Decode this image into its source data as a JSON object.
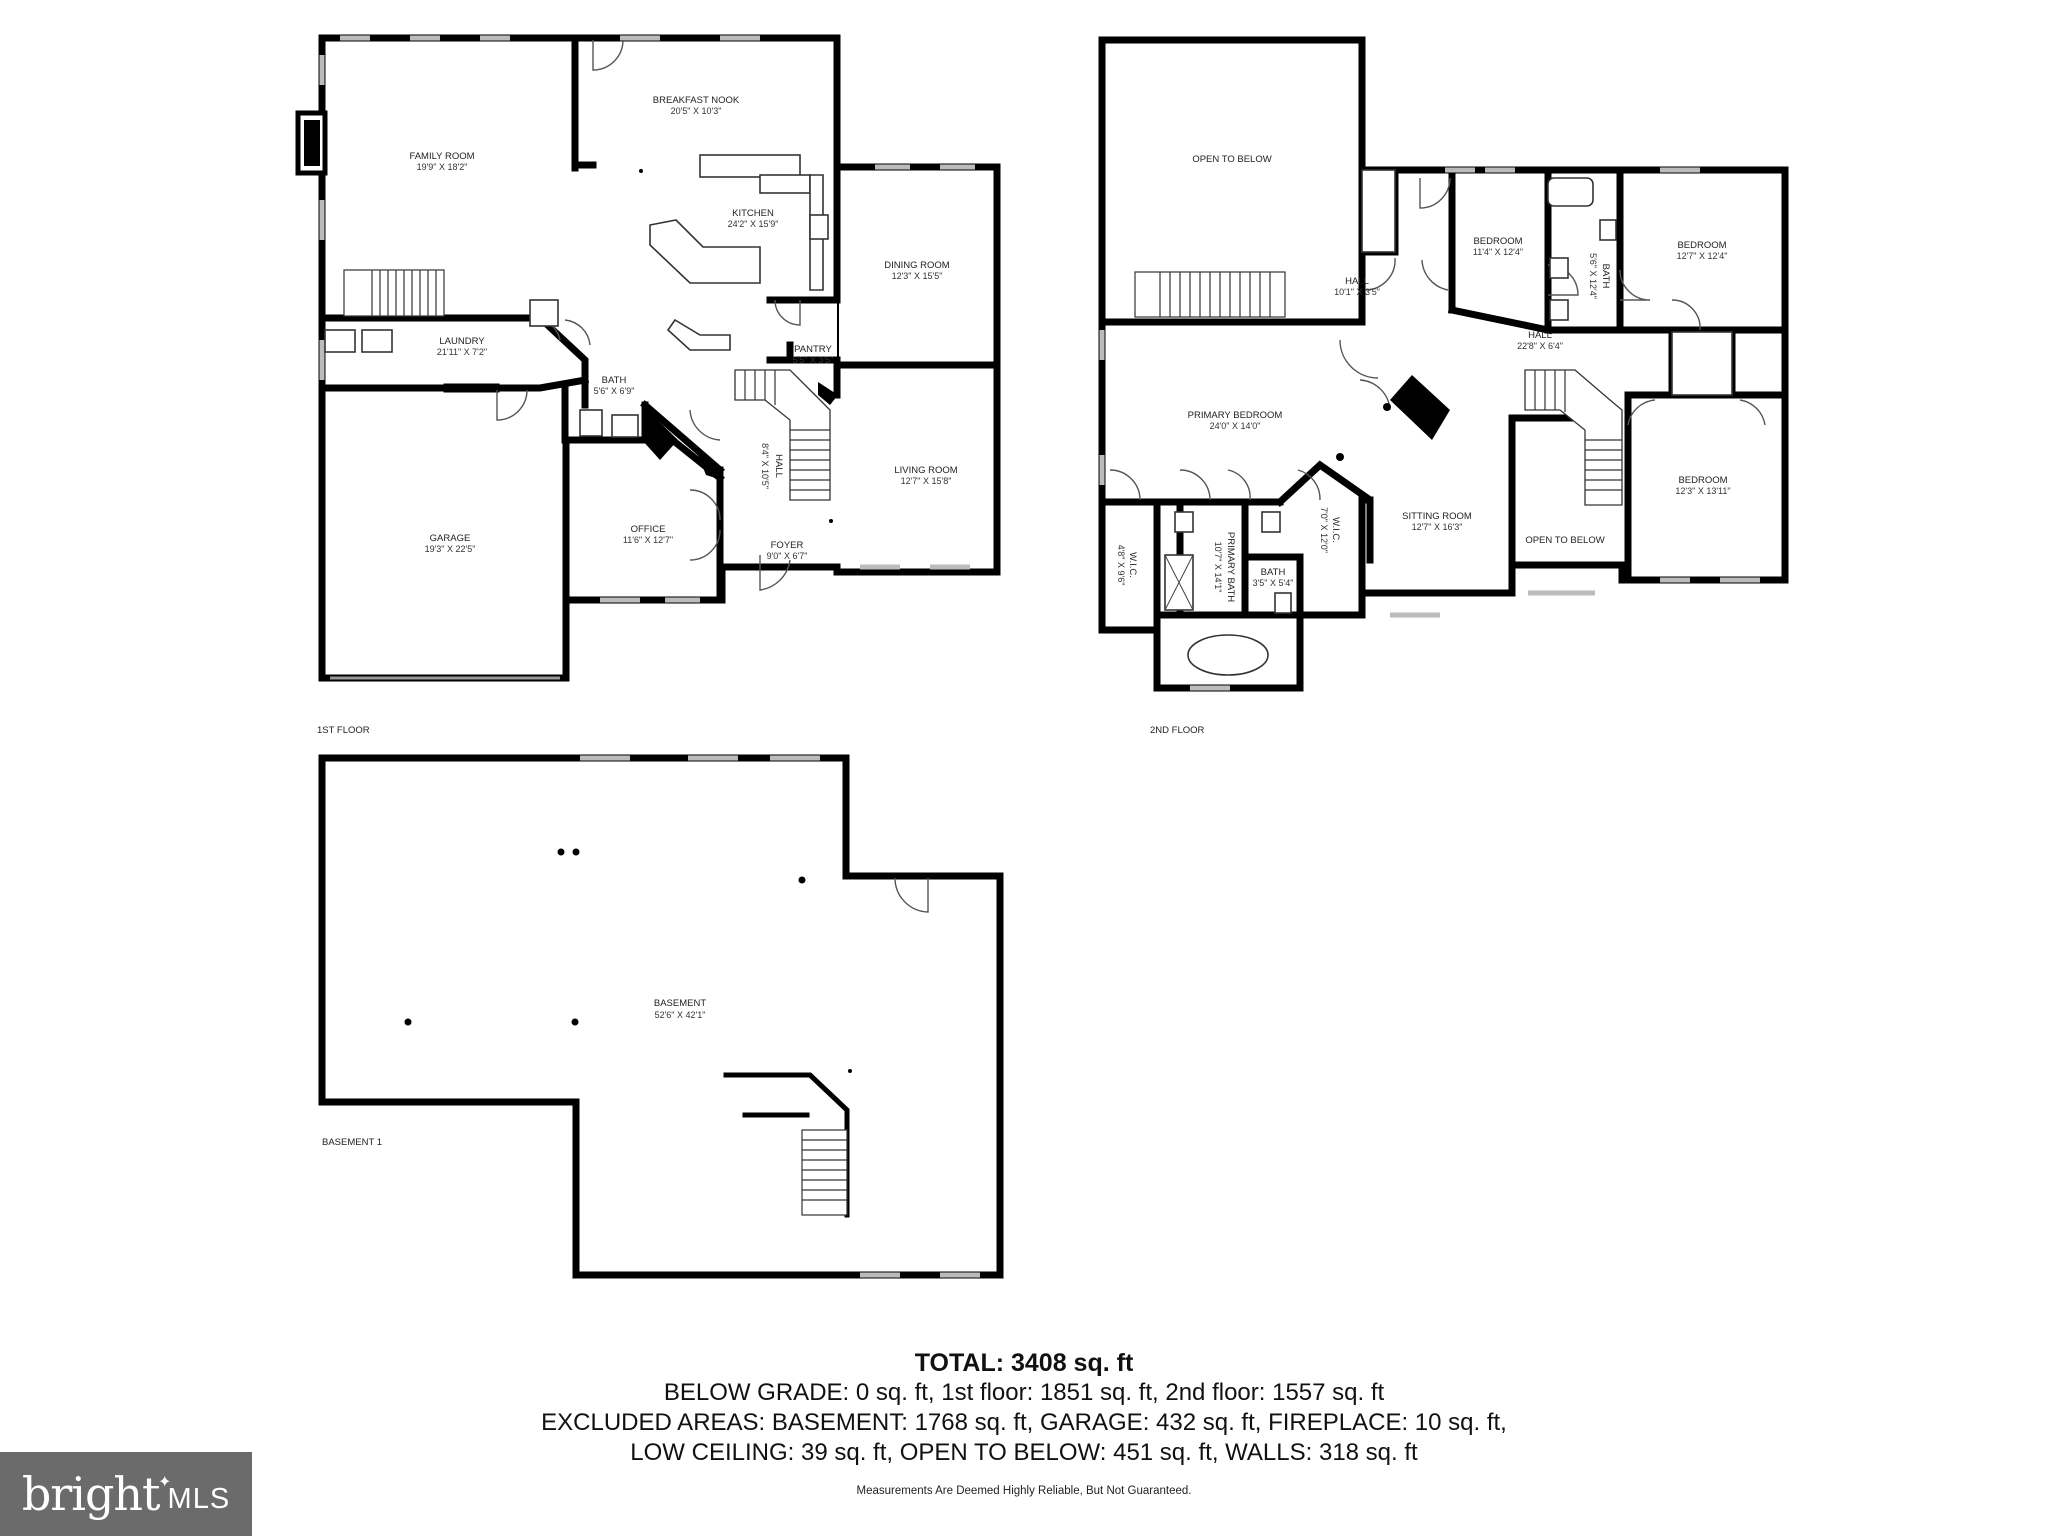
{
  "floors": {
    "first": "1ST FLOOR",
    "second": "2ND FLOOR",
    "basement": "BASEMENT 1"
  },
  "rooms": {
    "family_room": {
      "name": "FAMILY ROOM",
      "dims": "19'9\" X 18'2\""
    },
    "breakfast_nook": {
      "name": "BREAKFAST NOOK",
      "dims": "20'5\" X 10'3\""
    },
    "kitchen": {
      "name": "KITCHEN",
      "dims": "24'2\" X 15'9\""
    },
    "dining_room": {
      "name": "DINING ROOM",
      "dims": "12'3\" X 15'5\""
    },
    "laundry": {
      "name": "LAUNDRY",
      "dims": "21'11\" X 7'2\""
    },
    "pantry": {
      "name": "PANTRY",
      "dims": "5'5\" X 3'5\""
    },
    "bath_1": {
      "name": "BATH",
      "dims": "5'6\" X 6'9\""
    },
    "hall_1": {
      "name": "HALL",
      "dims": "8'4\" X 10'5\""
    },
    "living_room": {
      "name": "LIVING ROOM",
      "dims": "12'7\" X 15'8\""
    },
    "garage": {
      "name": "GARAGE",
      "dims": "19'3\" X 22'5\""
    },
    "office": {
      "name": "OFFICE",
      "dims": "11'6\" X 12'7\""
    },
    "foyer": {
      "name": "FOYER",
      "dims": "9'0\" X 6'7\""
    },
    "open_below_1": {
      "name": "OPEN TO BELOW"
    },
    "bedroom_a": {
      "name": "BEDROOM",
      "dims": "11'4\" X 12'4\""
    },
    "bath_2": {
      "name": "BATH",
      "dims": "5'6\" X 12'4\""
    },
    "bedroom_b": {
      "name": "BEDROOM",
      "dims": "12'7\" X 12'4\""
    },
    "hall_2": {
      "name": "HALL",
      "dims": "10'1\" X 3'5\""
    },
    "hall_3": {
      "name": "HALL",
      "dims": "22'8\" X 6'4\""
    },
    "primary_bedroom": {
      "name": "PRIMARY BEDROOM",
      "dims": "24'0\" X 14'0\""
    },
    "sitting_room": {
      "name": "SITTING ROOM",
      "dims": "12'7\" X 16'3\""
    },
    "open_below_2": {
      "name": "OPEN TO BELOW"
    },
    "bedroom_c": {
      "name": "BEDROOM",
      "dims": "12'3\" X 13'11\""
    },
    "wic_1": {
      "name": "W.I.C.",
      "dims": "4'8\" X 9'6\""
    },
    "primary_bath": {
      "name": "PRIMARY BATH",
      "dims": "10'7\" X 14'1\""
    },
    "wic_2": {
      "name": "W.I.C.",
      "dims": "7'0\" X 12'0\""
    },
    "bath_3": {
      "name": "BATH",
      "dims": "3'5\" X 5'4\""
    },
    "basement": {
      "name": "BASEMENT",
      "dims": "52'6\" X 42'1\""
    }
  },
  "summary": {
    "total": "TOTAL: 3408 sq. ft",
    "line1": "BELOW GRADE: 0 sq. ft, 1st floor: 1851 sq. ft, 2nd floor: 1557 sq. ft",
    "line2": "EXCLUDED AREAS: BASEMENT: 1768 sq. ft, GARAGE: 432 sq. ft, FIREPLACE: 10 sq. ft,",
    "line3": "LOW CEILING: 39 sq. ft, OPEN TO BELOW: 451 sq. ft, WALLS: 318 sq. ft"
  },
  "disclaimer": "Measurements Are Deemed Highly Reliable, But Not Guaranteed.",
  "brand": {
    "word": "bright",
    "suffix": "MLS",
    "background": "#6b6b6b"
  }
}
